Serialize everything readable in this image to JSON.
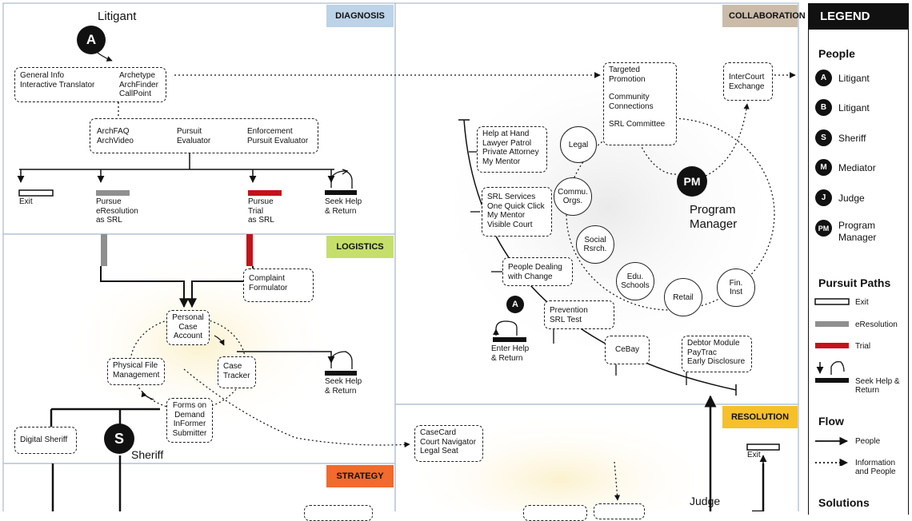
{
  "sections": {
    "diagnosis": "DIAGNOSIS",
    "logistics": "LOGISTICS",
    "strategy": "STRATEGY",
    "collaboration": "COLLABORATION",
    "resolution": "RESOLUTION"
  },
  "colors": {
    "diagnosis": "#bcd3e8",
    "logistics": "#c6df6a",
    "strategy": "#f26a2c",
    "collaboration": "#cbbba9",
    "resolution": "#f6c02a",
    "eresolution": "#8f8f8f",
    "trial": "#c4121a"
  },
  "diagnosis": {
    "litigant_title": "Litigant",
    "badge_a": "A",
    "info_box": {
      "left": [
        "General Info",
        "Interactive Translator"
      ],
      "right": [
        "Archetype",
        "ArchFinder",
        "CallPoint"
      ]
    },
    "evaluator_box": {
      "left": [
        "ArchFAQ",
        "ArchVideo"
      ],
      "mid": [
        "Pursuit",
        "Evaluator"
      ],
      "right": [
        "Enforcement",
        "Pursuit Evaluator"
      ]
    },
    "exit": "Exit",
    "eresolution": [
      "Pursue",
      "eResolution",
      "as SRL"
    ],
    "trial": [
      "Pursue",
      "Trial",
      "as SRL"
    ],
    "seek_help": [
      "Seek Help",
      "& Return"
    ]
  },
  "logistics": {
    "complaint": [
      "Complaint",
      "Formulator"
    ],
    "personal_case": [
      "Personal",
      "Case",
      "Account"
    ],
    "physical_file": [
      "Physical File",
      "Management"
    ],
    "case_tracker": [
      "Case",
      "Tracker"
    ],
    "forms": [
      "Forms on",
      "Demand",
      "InFormer",
      "Submitter"
    ],
    "seek_help": [
      "Seek Help",
      "& Return"
    ],
    "digital_sheriff": "Digital Sheriff",
    "badge_s": "S",
    "sheriff": "Sheriff"
  },
  "collaboration": {
    "targeted": [
      "Targeted",
      "Promotion",
      "",
      "Community",
      "Connections",
      "",
      "SRL Committee"
    ],
    "intercourt": [
      "InterCourt",
      "Exchange"
    ],
    "help_at_hand": [
      "Help at Hand",
      "Lawyer Patrol",
      "Private Attorney",
      "My Mentor"
    ],
    "srl_services": [
      "SRL Services",
      "One Quick Click",
      "My Mentor",
      "Visible Court"
    ],
    "people_dealing": [
      "People Dealing",
      "with Change"
    ],
    "prevention": [
      "Prevention",
      "SRL Test"
    ],
    "cebay": "CeBay",
    "debtor": [
      "Debtor Module",
      "PayTrac",
      "Early Disclosure"
    ],
    "enter_help": [
      "Enter Help",
      "& Return"
    ],
    "badge_a": "A",
    "badge_pm": "PM",
    "program_manager": [
      "Program",
      "Manager"
    ],
    "circles": {
      "legal": [
        "Legal"
      ],
      "commu": [
        "Commu.",
        "Orgs."
      ],
      "social": [
        "Social",
        "Rsrch."
      ],
      "edu": [
        "Edu.",
        "Schools"
      ],
      "retail": [
        "Retail"
      ],
      "fin": [
        "Fin.",
        "Inst"
      ]
    }
  },
  "resolution": {
    "casecard": [
      "CaseCard",
      "Court Navigator",
      "Legal Seat"
    ],
    "exit": "Exit",
    "judge": "Judge"
  },
  "legend": {
    "title": "LEGEND",
    "people_heading": "People",
    "people": [
      {
        "badge": "A",
        "label": "Litigant"
      },
      {
        "badge": "B",
        "label": "Litigant"
      },
      {
        "badge": "S",
        "label": "Sheriff"
      },
      {
        "badge": "M",
        "label": "Mediator"
      },
      {
        "badge": "J",
        "label": "Judge"
      },
      {
        "badge": "PM",
        "label": "Program Manager"
      }
    ],
    "paths_heading": "Pursuit Paths",
    "paths": [
      "Exit",
      "eResolution",
      "Trial",
      "Seek Help & Return"
    ],
    "flow_heading": "Flow",
    "flows": [
      "People",
      "Information and People"
    ],
    "solutions_heading": "Solutions"
  }
}
